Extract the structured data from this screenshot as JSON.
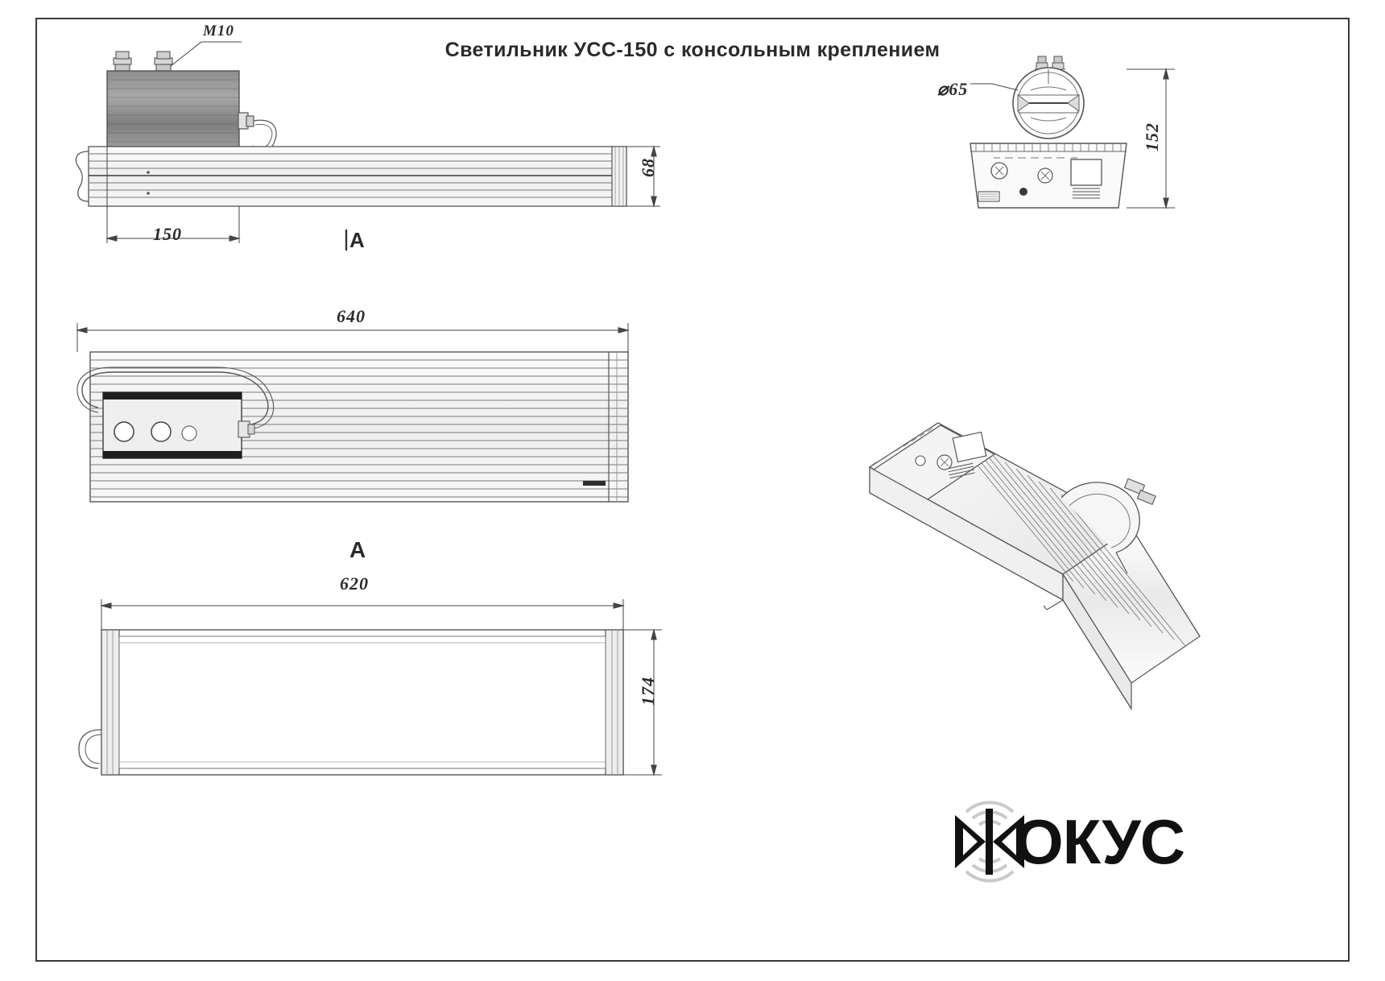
{
  "drawing": {
    "title": "Светильник УСС-150 с консольным креплением",
    "sheet_border": "#3a3a3a",
    "line_color": "#555555",
    "dim_color": "#2b2b2b"
  },
  "views": {
    "top_front": {
      "label_thread": "M10",
      "dim_length_bracket": "150",
      "dim_height": "68",
      "section_marker": "A"
    },
    "bottom_view": {
      "dim_length": "640",
      "view_label": "A"
    },
    "front_view": {
      "dim_length": "620",
      "dim_width": "174"
    },
    "end_view": {
      "dim_diameter": "⌀65",
      "dim_height": "152"
    }
  },
  "logo": {
    "brand": "ОКУС",
    "mark": "focus-logo-mark"
  }
}
